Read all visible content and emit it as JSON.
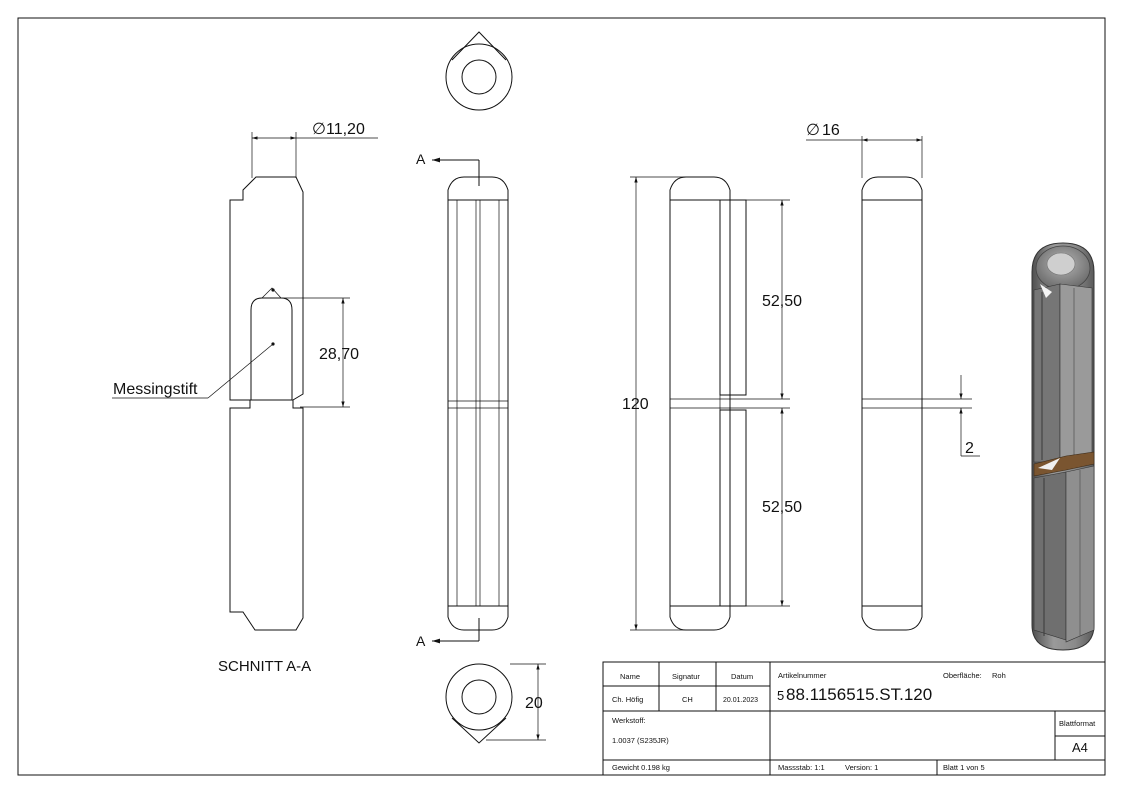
{
  "colors": {
    "line": "#111111",
    "pin_body": "#8e8e8e",
    "pin_light": "#c4c4c4",
    "pin_dark": "#5c5c5c",
    "brass_ring": "#7a5530"
  },
  "views": {
    "section_label": "SCHNITT A-A",
    "section_marker": "A",
    "callout_label": "Messingstift"
  },
  "dimensions": {
    "dia_small": "11,20",
    "dia_large": "16",
    "pin_depth": "28,70",
    "total_length": "120",
    "upper_length": "52,50",
    "lower_length": "52,50",
    "gap": "2",
    "end_width": "20",
    "dia_symbol": "∅"
  },
  "title_block": {
    "name_header": "Name",
    "signature_header": "Signatur",
    "date_header": "Datum",
    "name": "Ch. Höfig",
    "signature": "CH",
    "date": "20.01.2023",
    "article_label": "Artikelnummer",
    "article_prefix": "5",
    "article_number": "88.1156515.ST.120",
    "surface_label": "Oberfläche:",
    "surface_value": "Roh",
    "material_label": "Werkstoff:",
    "material_value": "1.0037 (S235JR)",
    "weight": "Gewicht 0.198 kg",
    "scale": "Massstab: 1:1",
    "version": "Version: 1",
    "sheet": "Blatt 1 von 5",
    "format_label": "Blattformat",
    "format_value": "A4"
  }
}
